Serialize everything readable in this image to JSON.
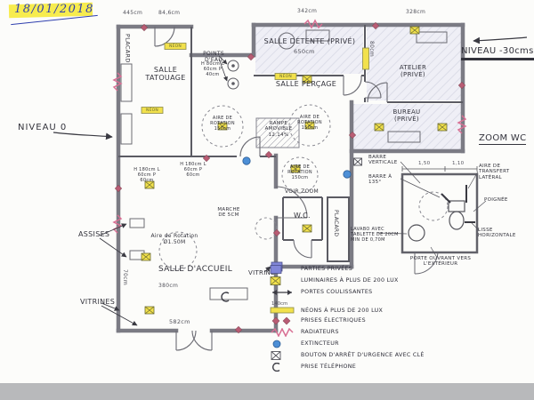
{
  "header": {
    "date": "18/01/2018"
  },
  "annotations": {
    "niveau_gauche": "NIVEAU 0",
    "niveau_droit": "NIVEAU -30cms",
    "zoom_wc": "ZOOM WC",
    "voir_zoom": "VOIR ZOOM",
    "assises": "ASSISES",
    "vitrines": "VITRINES",
    "vitrine": "VITRINE",
    "points_eau": "POINTS D'EAU",
    "points_eau_note": "H 80cm L 60cm P 40cm",
    "poste_note": "H 180cm L 60cm P 60cm",
    "rampe": "RAMPE AMOVIBLE 12,14%",
    "aire_rotation": "AIRE DE ROTATION 150cm",
    "aire_rotation_accueil": "Aire de Rotation Ø1.50M",
    "marche": "MARCHE DE 5CM"
  },
  "rooms": {
    "tatouage": "SALLE TATOUAGE",
    "detente": "SALLE DÉTENTE (PRIVÉ)",
    "percage": "SALLE PERÇAGE",
    "atelier": "ATELIER (PRIVÉ)",
    "bureau": "BUREAU (PRIVÉ)",
    "accueil": "SALLE D'ACCUEIL",
    "wc": "W.C.",
    "placard": "PLACARD",
    "placard2": "PLACARD"
  },
  "dimensions": {
    "top_left_a": "445cm",
    "top_left_b": "84,6cm",
    "top_mid": "342cm",
    "top_right": "328cm",
    "detente_l": "650cm",
    "atelier_l": "80cm",
    "accueil_w": "582cm",
    "accueil_inner": "380cm",
    "accueil_h": "70cm",
    "neon_len": "140cm"
  },
  "wc_zoom": {
    "barre_verticale": "BARRE VERTICALE",
    "barre_135": "BARRE À 135°",
    "aire_transfert": "AIRE DE TRANSFERT LATÉRAL",
    "poignee": "POIGNÉE",
    "lisse": "LISSE HORIZONTALE",
    "porte": "PORTE OUVRANT VERS L'EXTÉRIEUR",
    "lavabo": "LAVABO AVEC TABLETTE DE 20CM MIN DE 0,70M",
    "dim_a": "1,50",
    "dim_b": "1,10"
  },
  "legend": {
    "items": [
      {
        "label": "PARTIES PRIVÉES"
      },
      {
        "label": "LUMINAIRES À PLUS DE 200 LUX"
      },
      {
        "label": "PORTES COULISSANTES"
      },
      {
        "label": "NÉONS À PLUS DE 200 LUX"
      },
      {
        "label": "PRISES ÉLECTRIQUES"
      },
      {
        "label": "RADIATEURS"
      },
      {
        "label": "EXTINCTEUR"
      },
      {
        "label": "BOUTON D'ARRÊT D'URGENCE AVEC CLÉ"
      },
      {
        "label": "PRISE TÉLÉPHONE"
      }
    ]
  },
  "symbols": {
    "neon": "NÉON"
  },
  "icons": {
    "parties_privees": "purple-square",
    "luminaire": "yellow-square-with-x",
    "porte_coulissante": "double-headed-arrow",
    "neon": "yellow-bar",
    "prise_electrique": "small-diamond",
    "radiateur": "pink-zigzag",
    "extincteur": "blue-dot",
    "bouton_arret": "square-with-x",
    "prise_telephone": "c-glyph"
  },
  "colors": {
    "highlight": "#f7ec4e",
    "private": "#8186d8",
    "neon_fill": "#f2e14c",
    "radiator": "#d86f93",
    "extincteur": "#4d8fd6",
    "ink_blue": "#2f3fae"
  }
}
